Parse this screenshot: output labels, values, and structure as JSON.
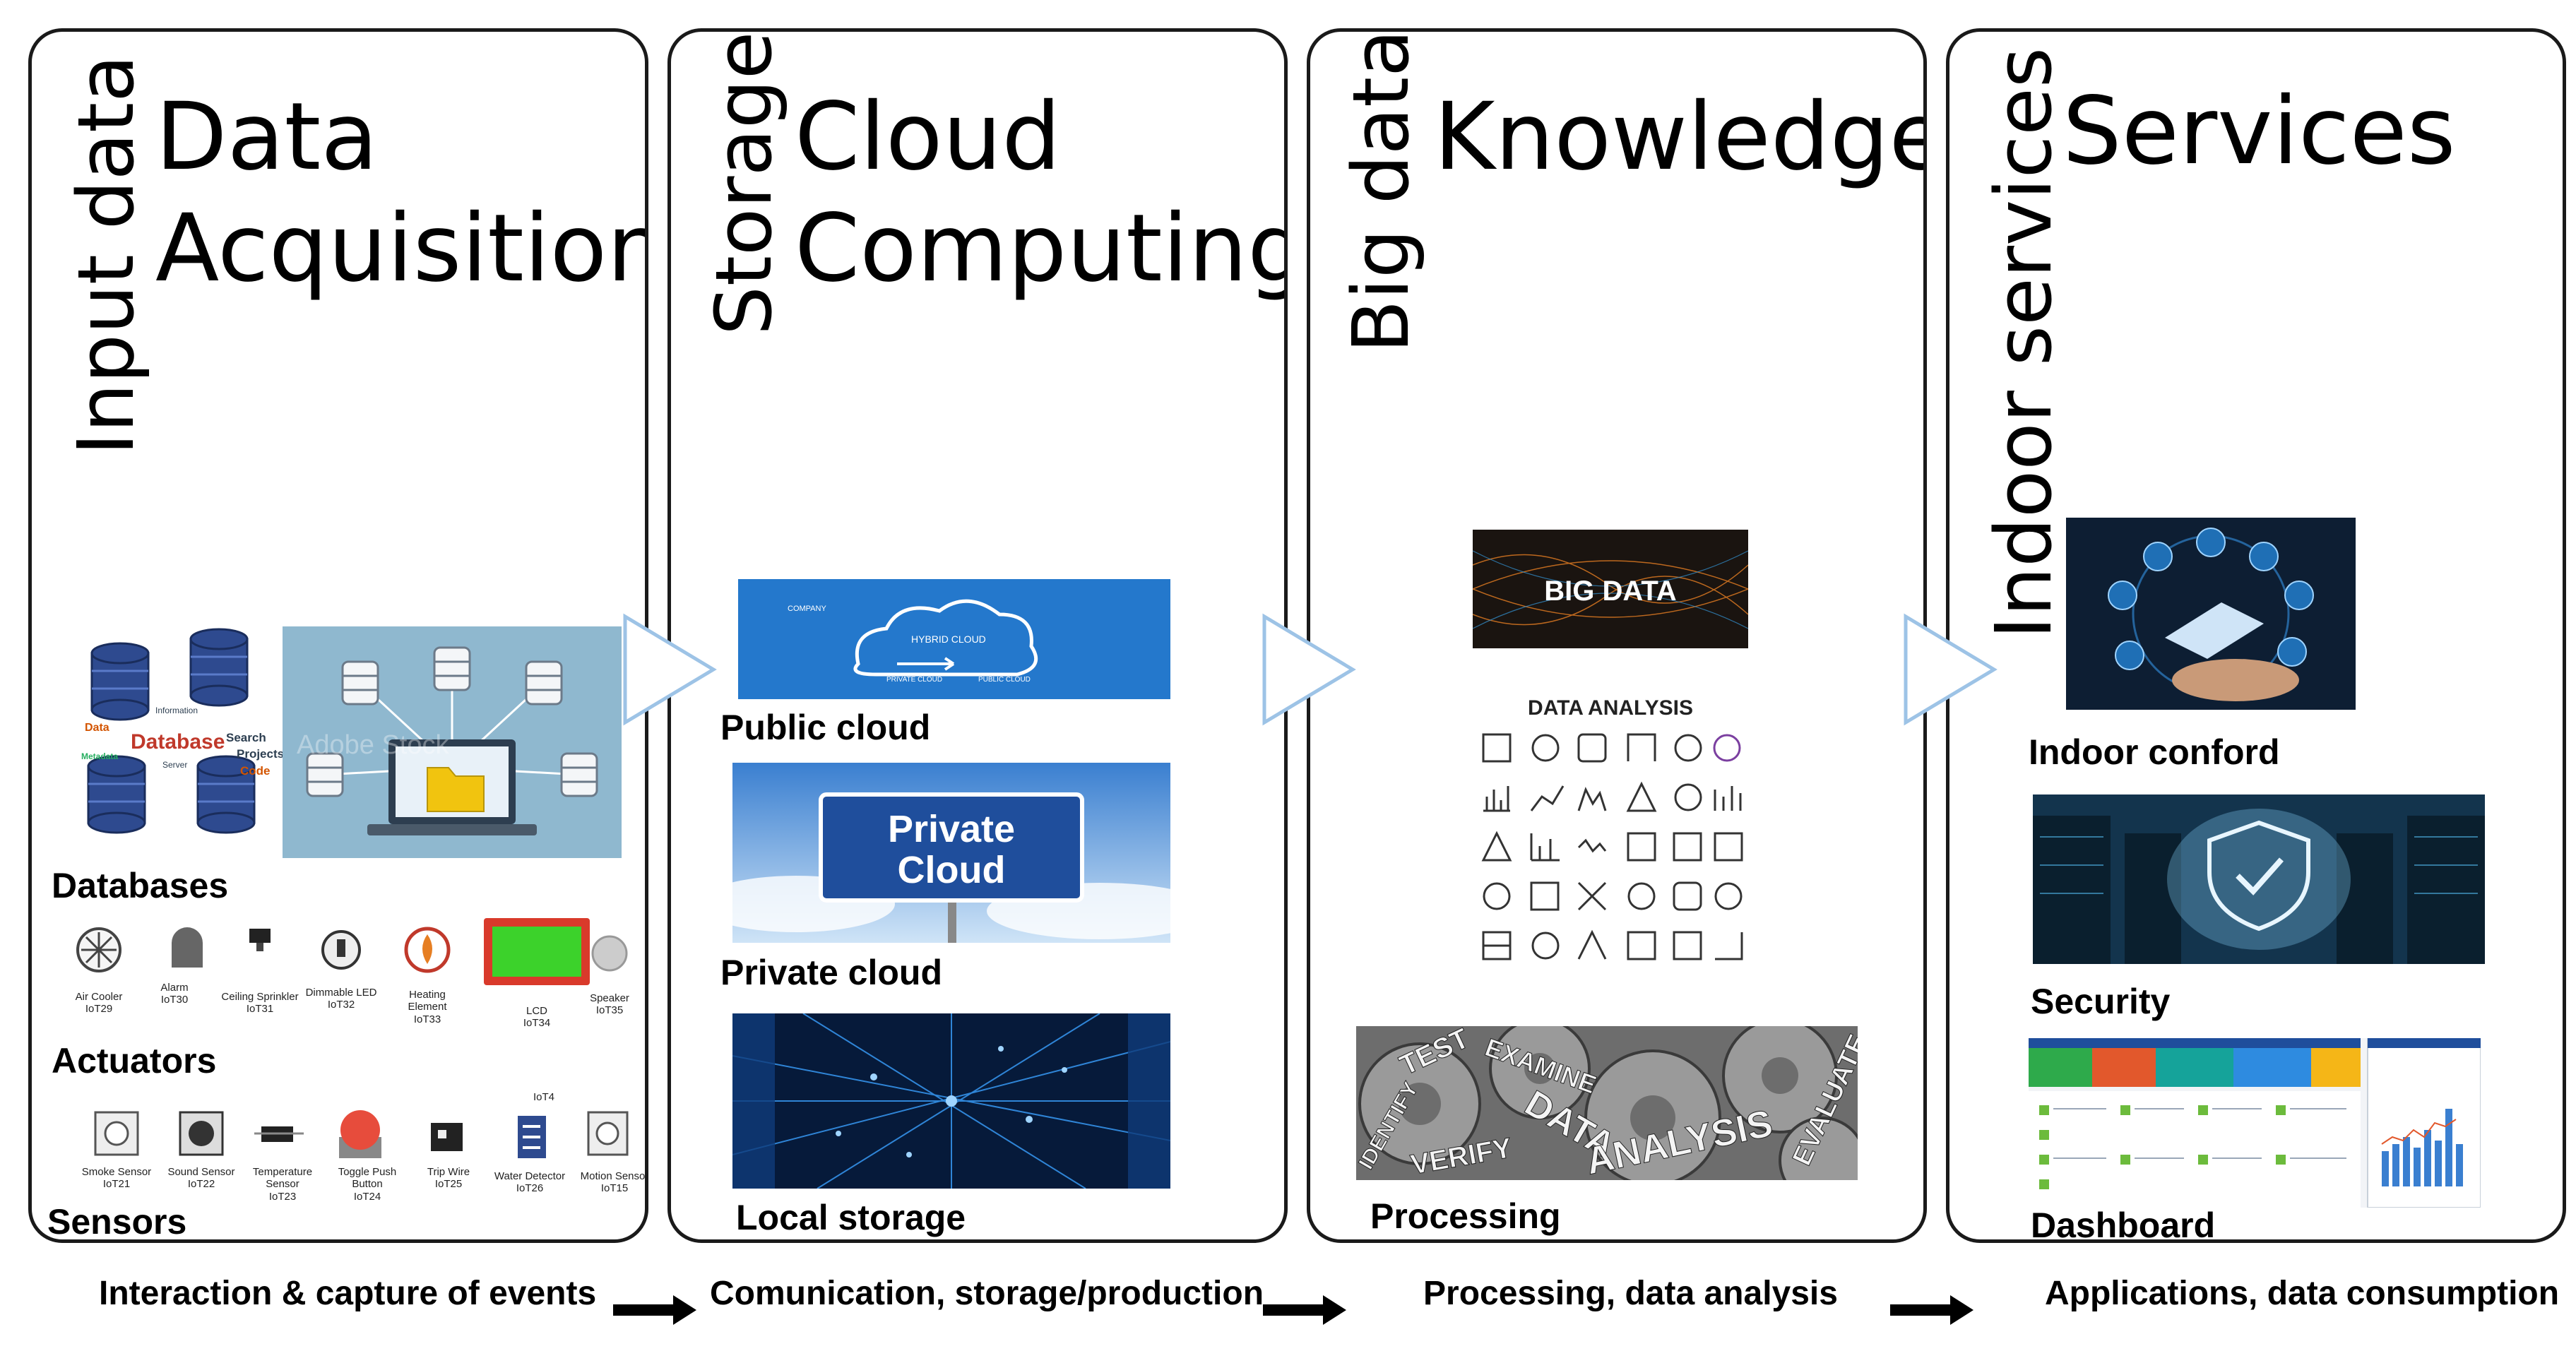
{
  "stages": [
    {
      "label": "Input data",
      "title_line1": "Data",
      "title_line2": "Acquisition"
    },
    {
      "label": "Storage",
      "title_line1": "Cloud",
      "title_line2": "Computing"
    },
    {
      "label": "Big data",
      "title_line1": "Knowledge",
      "title_line2": ""
    },
    {
      "label": "Indoor services",
      "title_line1": "Services",
      "title_line2": ""
    }
  ],
  "captions": {
    "databases": "Databases",
    "actuators": "Actuators",
    "sensors": "Sensors",
    "public_cloud": "Public cloud",
    "private_cloud": "Private cloud",
    "local_storage": "Local storage",
    "processing": "Processing",
    "indoor_confort": "Indoor conford",
    "security": "Security",
    "dashboard": "Dashboard"
  },
  "image_text": {
    "db_words": [
      "Data",
      "Database",
      "Search",
      "Projects",
      "Code",
      "Information",
      "Metadata",
      "Server"
    ],
    "hybrid_cloud": "HYBRID CLOUD",
    "private_cloud_public": "PRIVATE CLOUD",
    "public_cloud_small": "PUBLIC CLOUD",
    "company": "COMPANY",
    "sign_line1": "Private",
    "sign_line2": "Cloud",
    "big_data": "BIG DATA",
    "data_analysis": "DATA ANALYSIS",
    "gear_words": [
      "TEST",
      "EXAMINE",
      "DATA",
      "ANALYSIS",
      "VERIFY",
      "IDENTIFY",
      "EVALUATE"
    ],
    "watermark": "Adobe Stock"
  },
  "actuators": [
    {
      "name": "Air Cooler",
      "id": "IoT29"
    },
    {
      "name": "Alarm",
      "id": "IoT30"
    },
    {
      "name": "Ceiling Sprinkler",
      "id": "IoT31"
    },
    {
      "name": "Dimmable LED",
      "id": "IoT32"
    },
    {
      "name": "Heating Element",
      "id": "IoT33"
    },
    {
      "name": "LCD",
      "id": "IoT34"
    },
    {
      "name": "Speaker",
      "id": "IoT35"
    }
  ],
  "sensors": [
    {
      "name": "Smoke Sensor",
      "id": "IoT21"
    },
    {
      "name": "Sound Sensor",
      "id": "IoT22"
    },
    {
      "name": "Temperature Sensor",
      "id": "IoT23"
    },
    {
      "name": "Toggle Push Button",
      "id": "IoT24"
    },
    {
      "name": "Trip Wire",
      "id": "IoT25"
    },
    {
      "name": "Water Detector",
      "id": "IoT26"
    },
    {
      "name": "Motion Sensor",
      "id": "IoT15"
    }
  ],
  "sensor_extra_label": "IoT4",
  "bottom": [
    "Interaction & capture of events",
    "Comunication, storage/production",
    "Processing, data analysis",
    "Applications, data consumption"
  ],
  "colors": {
    "border": "#1a1a1a",
    "triangle": "#9dc3e6",
    "sky": "#5b9bd5",
    "sign": "#1f4e9c"
  }
}
